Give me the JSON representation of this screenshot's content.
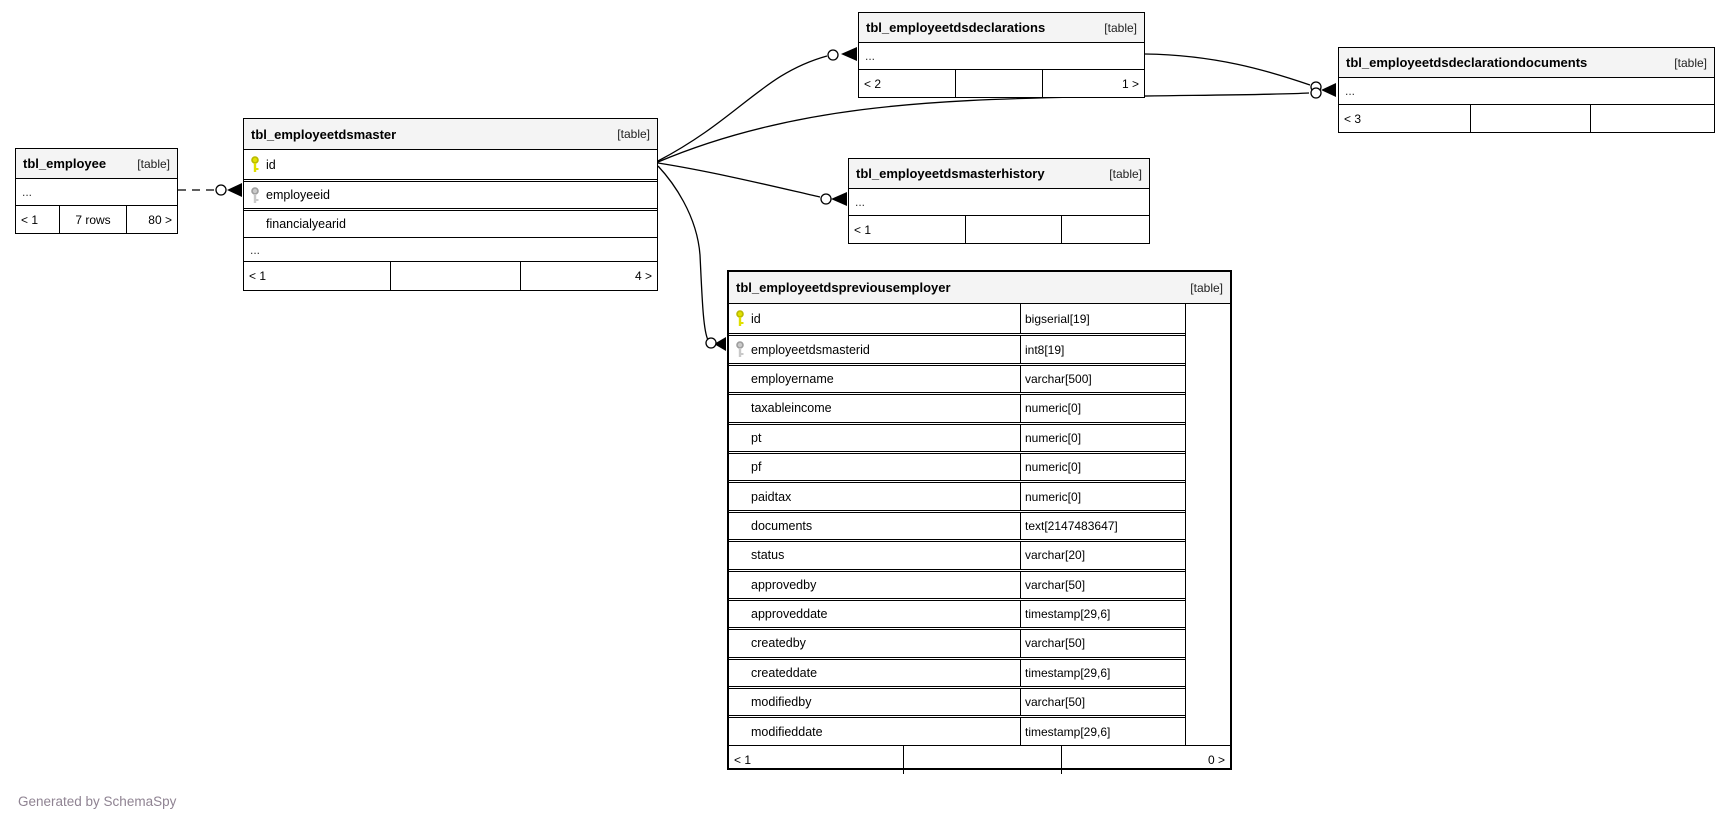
{
  "page": {
    "note": "Generated by SchemaSpy"
  },
  "colors": {
    "primary_key_icon": "#e0e000",
    "foreign_key_icon": "#c9c9c9",
    "table_header_bg": "#f4f4f4",
    "border": "#000000",
    "note_text": "#8f8392"
  },
  "icons": {
    "primary_key": "key-icon",
    "foreign_key": "key-icon"
  },
  "tables": {
    "employee": {
      "name": "tbl_employee",
      "tag": "[table]",
      "ellipsis": "...",
      "footer": {
        "left": "< 1",
        "mid": "7 rows",
        "right": "80 >"
      }
    },
    "master": {
      "name": "tbl_employeetdsmaster",
      "tag": "[table]",
      "ellipsis": "...",
      "columns": [
        {
          "name": "id",
          "icon": "primary-key-icon"
        },
        {
          "name": "employeeid",
          "icon": "foreign-key-icon"
        },
        {
          "name": "financialyearid",
          "icon": ""
        }
      ],
      "footer": {
        "left": "< 1",
        "mid": "",
        "right": "4 >"
      }
    },
    "declarations": {
      "name": "tbl_employeetdsdeclarations",
      "tag": "[table]",
      "ellipsis": "...",
      "footer": {
        "left": "< 2",
        "mid": "",
        "right": "1 >"
      }
    },
    "documents": {
      "name": "tbl_employeetdsdeclarationdocuments",
      "tag": "[table]",
      "ellipsis": "...",
      "footer": {
        "left": "< 3",
        "mid": "",
        "right": ""
      }
    },
    "history": {
      "name": "tbl_employeetdsmasterhistory",
      "tag": "[table]",
      "ellipsis": "...",
      "footer": {
        "left": "< 1",
        "mid": "",
        "right": ""
      }
    },
    "previousemployer": {
      "name": "tbl_employeetdspreviousemployer",
      "tag": "[table]",
      "columns": [
        {
          "name": "id",
          "type": "bigserial[19]",
          "icon": "primary-key-icon"
        },
        {
          "name": "employeetdsmasterid",
          "type": "int8[19]",
          "icon": "foreign-key-icon"
        },
        {
          "name": "employername",
          "type": "varchar[500]",
          "icon": ""
        },
        {
          "name": "taxableincome",
          "type": "numeric[0]",
          "icon": ""
        },
        {
          "name": "pt",
          "type": "numeric[0]",
          "icon": ""
        },
        {
          "name": "pf",
          "type": "numeric[0]",
          "icon": ""
        },
        {
          "name": "paidtax",
          "type": "numeric[0]",
          "icon": ""
        },
        {
          "name": "documents",
          "type": "text[2147483647]",
          "icon": ""
        },
        {
          "name": "status",
          "type": "varchar[20]",
          "icon": ""
        },
        {
          "name": "approvedby",
          "type": "varchar[50]",
          "icon": ""
        },
        {
          "name": "approveddate",
          "type": "timestamp[29,6]",
          "icon": ""
        },
        {
          "name": "createdby",
          "type": "varchar[50]",
          "icon": ""
        },
        {
          "name": "createddate",
          "type": "timestamp[29,6]",
          "icon": ""
        },
        {
          "name": "modifiedby",
          "type": "varchar[50]",
          "icon": ""
        },
        {
          "name": "modifieddate",
          "type": "timestamp[29,6]",
          "icon": ""
        }
      ],
      "footer": {
        "left": "< 1",
        "mid": "",
        "right": "0 >"
      }
    }
  }
}
